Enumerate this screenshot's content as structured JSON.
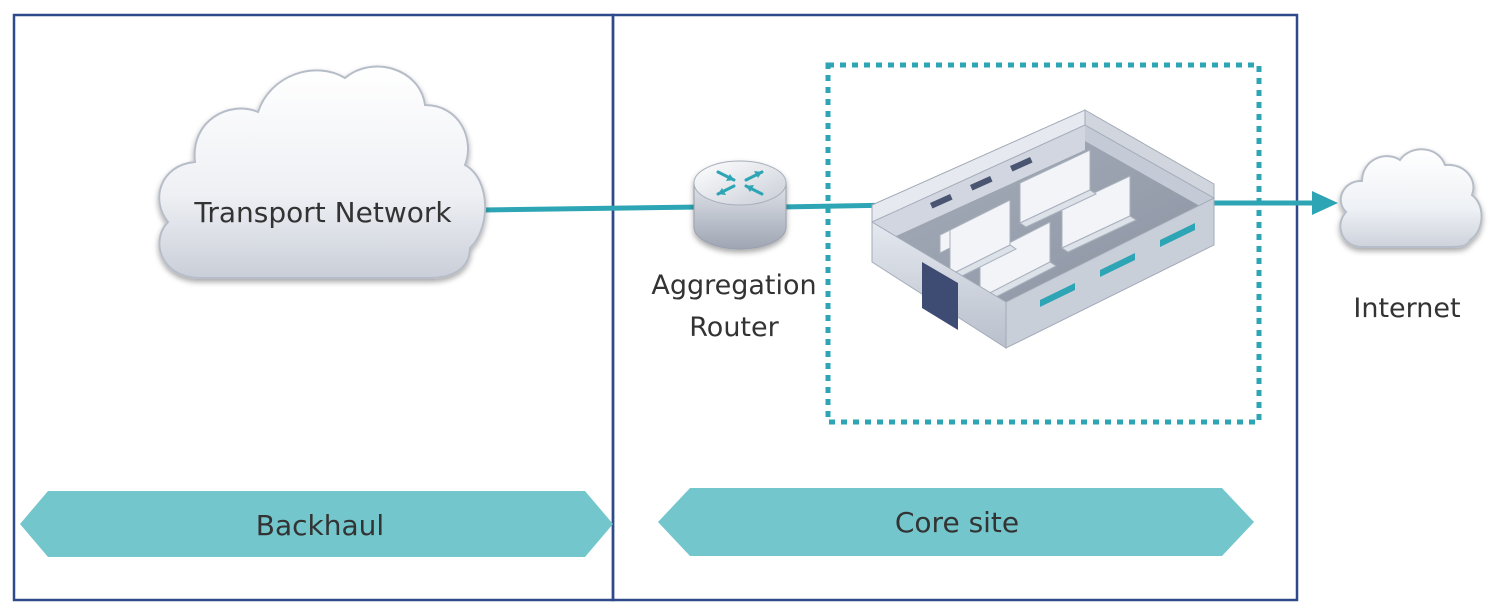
{
  "labels": {
    "transport_network": "Transport Network",
    "aggregation_router_line1": "Aggregation",
    "aggregation_router_line2": "Router",
    "internet": "Internet",
    "backhaul": "Backhaul",
    "core_site": "Core site"
  },
  "colors": {
    "frame_border": "#2e4a8a",
    "link_teal": "#2ea5b4",
    "chevron_fill": "#74c6cd",
    "dotted_box": "#2ea5b4",
    "text": "#333333"
  },
  "icons": {
    "transport_cloud": "cloud-icon",
    "internet_cloud": "cloud-icon",
    "router": "router-icon",
    "data_center": "data-center-building-icon"
  }
}
